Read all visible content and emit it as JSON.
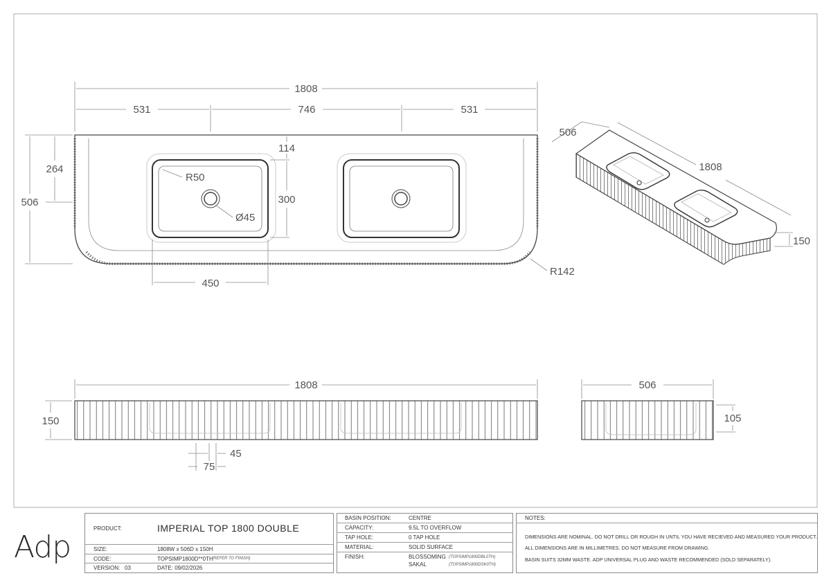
{
  "dimensions": {
    "plan_total_width": "1808",
    "plan_side_left": "531",
    "plan_center": "746",
    "plan_side_right": "531",
    "plan_depth_overall": "506",
    "plan_depth_front": "264",
    "plan_back_offset": "114",
    "plan_basin_depth": "300",
    "plan_basin_width": "450",
    "plan_basin_radius": "R50",
    "plan_waste_dia": "Ø45",
    "plan_corner_radius": "R142",
    "iso_depth": "506",
    "iso_width": "1808",
    "iso_height": "150",
    "front_width": "1808",
    "front_height": "150",
    "front_flute_a": "45",
    "front_flute_b": "75",
    "side_depth": "506",
    "side_height": "105"
  },
  "title_block": {
    "logo": "Adp",
    "product_label": "PRODUCT:",
    "product_value": "IMPERIAL TOP 1800 DOUBLE",
    "size_label": "SIZE:",
    "size_value": "1808W x 506D x 150H",
    "code_label": "CODE:",
    "code_value": "TOPSIMP1800D**0TH",
    "code_note": "(REFER TO FINISH)",
    "version_label": "VERSION:",
    "version_value": "03",
    "date_value": "DATE: 09/02/2026",
    "basin_position_label": "BASIN POSITION:",
    "basin_position_value": "CENTRE",
    "capacity_label": "CAPACITY:",
    "capacity_value": "9.5L TO OVERFLOW",
    "tap_hole_label": "TAP HOLE:",
    "tap_hole_value": "0 TAP HOLE",
    "material_label": "MATERIAL:",
    "material_value": "SOLID SURFACE",
    "finish_label": "FINISH:",
    "finish_1": "BLOSSOMING",
    "finish_1_code": "(TOPSIMP1800DBL0TH)",
    "finish_2": "SAKAL",
    "finish_2_code": "(TOPSIMP1800DSK0TH)",
    "notes_label": "NOTES:",
    "note_1": "DIMENSIONS ARE NOMINAL. DO NOT DRILL OR ROUGH IN UNTIL YOU HAVE RECIEVED AND MEASURED YOUR PRODUCT.",
    "note_2": "ALL DIMENSIONS ARE IN MILLIMETRES. DO NOT MEASURE FROM DRAWING.",
    "note_3": "BASIN SUITS 32MM WASTE. ADP UNIVERSAL PLUG AND WASTE RECOMMENDED (SOLD SEPARATELY)."
  }
}
